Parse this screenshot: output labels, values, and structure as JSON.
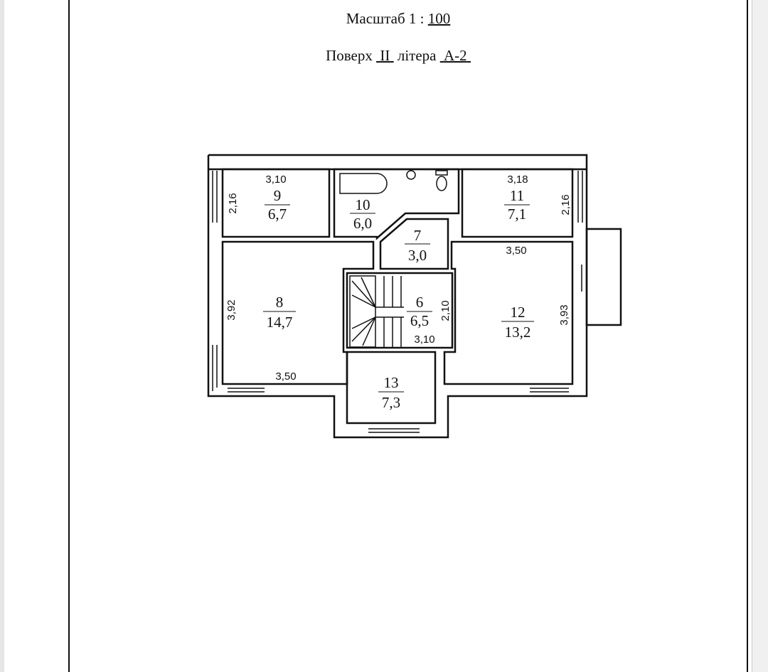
{
  "header": {
    "scale_label": "Масштаб 1 : ",
    "scale_value": "100",
    "floor_label": "Поверх ",
    "floor_value": "II",
    "letter_label": " літера ",
    "letter_value": "А-2"
  },
  "rooms": [
    {
      "id": "9",
      "area": "6,7"
    },
    {
      "id": "10",
      "area": "6,0"
    },
    {
      "id": "11",
      "area": "7,1"
    },
    {
      "id": "7",
      "area": "3,0"
    },
    {
      "id": "8",
      "area": "14,7"
    },
    {
      "id": "6",
      "area": "6,5"
    },
    {
      "id": "12",
      "area": "13,2"
    },
    {
      "id": "13",
      "area": "7,3"
    }
  ],
  "dimensions": {
    "r9_width": "3,10",
    "r9_height": "2,16",
    "r11_width": "3,18",
    "r11_height": "2,16",
    "r8_width": "3,50",
    "r8_height": "3,92",
    "r6_width": "3,10",
    "r6_height": "2,10",
    "r12_width": "3,50",
    "r12_height": "3,93"
  }
}
